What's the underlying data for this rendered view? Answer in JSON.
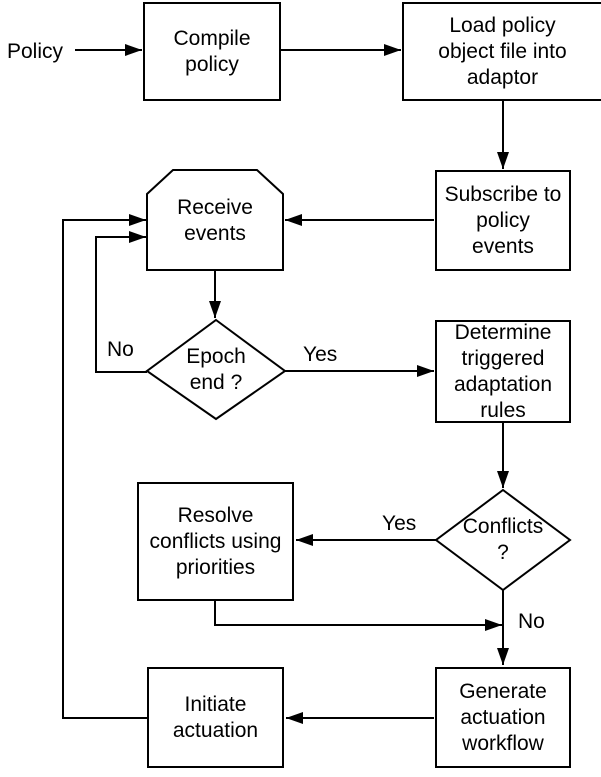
{
  "diagram": {
    "type": "flowchart",
    "colors": {
      "line": "#000000",
      "background": "#ffffff",
      "text": "#000000"
    },
    "nodes": {
      "policy_input": {
        "label": "Policy",
        "shape": "text-terminal"
      },
      "compile_policy": {
        "label": "Compile\npolicy",
        "shape": "rect"
      },
      "load_policy": {
        "label": "Load policy\nobject file into\nadaptor",
        "shape": "rect"
      },
      "subscribe_events": {
        "label": "Subscribe to\npolicy\nevents",
        "shape": "rect"
      },
      "receive_events": {
        "label": "Receive\nevents",
        "shape": "rect-chamfered-top"
      },
      "epoch_end": {
        "label": "Epoch\nend ?",
        "shape": "diamond"
      },
      "determine_rules": {
        "label": "Determine\ntriggered\nadaptation\nrules",
        "shape": "rect"
      },
      "conflicts": {
        "label": "Conflicts\n?",
        "shape": "diamond"
      },
      "resolve_conflicts": {
        "label": "Resolve\nconflicts using\npriorities",
        "shape": "rect"
      },
      "generate_workflow": {
        "label": "Generate\nactuation\nworkflow",
        "shape": "rect"
      },
      "initiate_actuation": {
        "label": "Initiate\nactuation",
        "shape": "rect"
      }
    },
    "edge_labels": {
      "epoch_no": "No",
      "epoch_yes": "Yes",
      "conflicts_yes": "Yes",
      "conflicts_no": "No"
    },
    "edges": [
      {
        "from": "policy_input",
        "to": "compile_policy",
        "label": ""
      },
      {
        "from": "compile_policy",
        "to": "load_policy",
        "label": ""
      },
      {
        "from": "load_policy",
        "to": "subscribe_events",
        "label": ""
      },
      {
        "from": "subscribe_events",
        "to": "receive_events",
        "label": ""
      },
      {
        "from": "receive_events",
        "to": "epoch_end",
        "label": ""
      },
      {
        "from": "epoch_end",
        "to": "receive_events",
        "label": "No"
      },
      {
        "from": "epoch_end",
        "to": "determine_rules",
        "label": "Yes"
      },
      {
        "from": "determine_rules",
        "to": "conflicts",
        "label": ""
      },
      {
        "from": "conflicts",
        "to": "resolve_conflicts",
        "label": "Yes"
      },
      {
        "from": "conflicts",
        "to": "generate_workflow",
        "label": "No"
      },
      {
        "from": "resolve_conflicts",
        "to": "generate_workflow",
        "label": ""
      },
      {
        "from": "generate_workflow",
        "to": "initiate_actuation",
        "label": ""
      },
      {
        "from": "initiate_actuation",
        "to": "receive_events",
        "label": ""
      }
    ]
  }
}
